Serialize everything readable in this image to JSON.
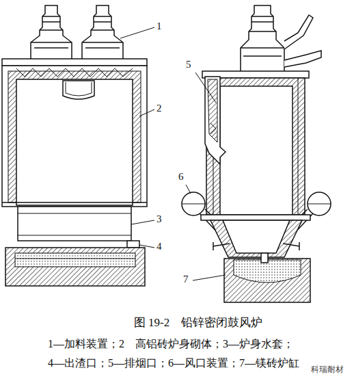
{
  "diagram": {
    "caption": "图 19-2　铅锌密闭鼓风炉",
    "labels": [
      "1",
      "2",
      "3",
      "4",
      "5",
      "6",
      "7",
      "1—加料装置；2　高铝砖炉身砌体；3—炉身水套；",
      "4—出渣口；5—排烟口；6—风口装置；7—镁砖炉缸",
      "科瑞耐材"
    ]
  }
}
